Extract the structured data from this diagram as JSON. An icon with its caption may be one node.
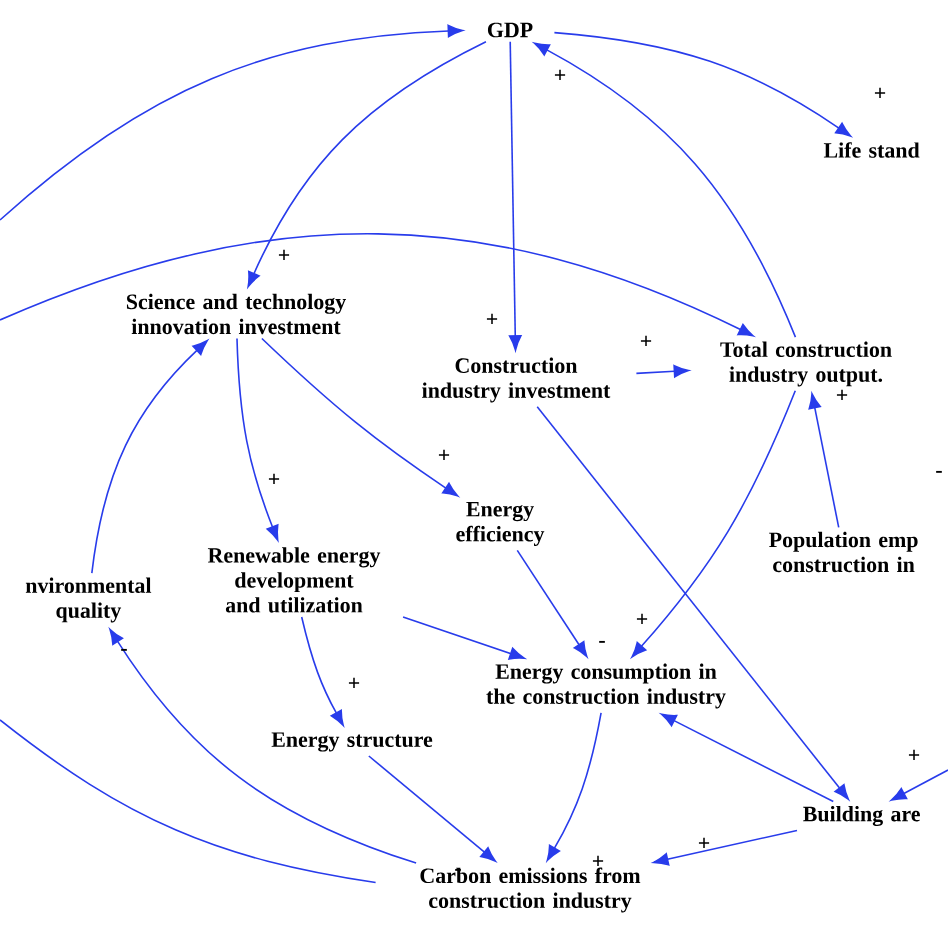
{
  "diagram": {
    "nodes": [
      {
        "text": [
          "GDP"
        ]
      },
      {
        "text": [
          "Life stand"
        ]
      },
      {
        "text": [
          "Science and technology innovation investment"
        ]
      },
      {
        "text": [
          "Construction industry investment"
        ]
      },
      {
        "text": [
          "Total construction industry output."
        ]
      },
      {
        "text": [
          "Renewable energy development and utilization"
        ]
      },
      {
        "text": [
          "Energy efficiency"
        ]
      },
      {
        "text": [
          "Population emp construction in"
        ]
      },
      {
        "text": [
          "nvironmental quality"
        ]
      },
      {
        "text": [
          "Energy consumption in the construction industry"
        ]
      },
      {
        "text": [
          "Energy structure"
        ]
      },
      {
        "text": [
          "Building are"
        ]
      },
      {
        "text": [
          "Carbon emissions from construction industry"
        ]
      }
    ],
    "edges": [
      {
        "from": null,
        "to": 0,
        "arrow": "to"
      },
      {
        "from": 0,
        "to": 1,
        "arrow": "to",
        "label": "+"
      },
      {
        "from": 0,
        "to": 2,
        "arrow": "to",
        "label": "+"
      },
      {
        "from": 0,
        "to": 3,
        "arrow": "to",
        "label": "+"
      },
      {
        "from": 4,
        "to": 0,
        "arrow": "to",
        "label": "+"
      },
      {
        "from": null,
        "to": 4,
        "arrow": "to"
      },
      {
        "from": 3,
        "to": 4,
        "arrow": "to",
        "label": "+"
      },
      {
        "from": 2,
        "to": 5,
        "arrow": "to",
        "label": "+"
      },
      {
        "from": 2,
        "to": 6,
        "arrow": "to",
        "label": "+"
      },
      {
        "from": 8,
        "to": 2,
        "arrow": "to"
      },
      {
        "from": 7,
        "to": 4,
        "arrow": "to",
        "label": "+"
      },
      {
        "from": 6,
        "to": 9,
        "arrow": "to",
        "label": "-"
      },
      {
        "from": 5,
        "to": 9,
        "arrow": "to"
      },
      {
        "from": 4,
        "to": 9,
        "arrow": "to",
        "label": "+"
      },
      {
        "from": 5,
        "to": 10,
        "arrow": "to",
        "label": "+"
      },
      {
        "from": 3,
        "to": 11,
        "arrow": "to"
      },
      {
        "from": null,
        "to": 11,
        "arrow": "to",
        "label": "+"
      },
      {
        "from": 11,
        "to": 9,
        "arrow": "to"
      },
      {
        "from": 11,
        "to": 12,
        "arrow": "to",
        "label": "+"
      },
      {
        "from": 10,
        "to": 12,
        "arrow": "to",
        "label": "-"
      },
      {
        "from": 9,
        "to": 12,
        "arrow": "to",
        "label": "+"
      },
      {
        "from": 12,
        "to": 8,
        "arrow": "to",
        "label": "-"
      },
      {
        "from": 12,
        "to": null,
        "arrow": "none"
      }
    ],
    "labels": [
      "-"
    ]
  }
}
